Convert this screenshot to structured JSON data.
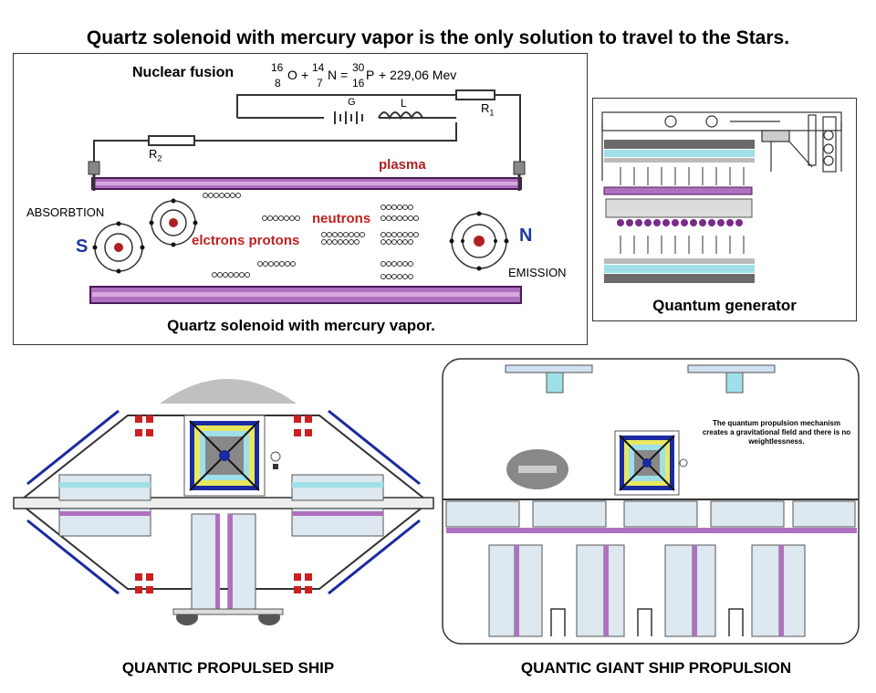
{
  "title": "Quartz solenoid with mercury vapor is the only solution to travel to the Stars.",
  "solenoid": {
    "reaction_label": "Nuclear fusion",
    "equation": {
      "o_mass": "16",
      "o_z": "8",
      "o_sym": "O",
      "plus1": "+",
      "n_mass": "14",
      "n_z": "7",
      "n_sym": "N",
      "eq": "=",
      "p_mass": "30",
      "p_z": "16",
      "p_sym": "P",
      "energy": "+ 229,06 Mev"
    },
    "g_label": "G",
    "l_label": "L",
    "r1_label": "R",
    "r1_sub": "1",
    "r2_label": "R",
    "r2_sub": "2",
    "plasma": "plasma",
    "absorbtion": "ABSORBTION",
    "emission": "EMISSION",
    "s_pole": "S",
    "n_pole": "N",
    "neutrons": "neutrons",
    "electrons_protons": "elctrons protons",
    "caption": "Quartz solenoid with mercury vapor."
  },
  "generator": {
    "caption": "Quantum generator"
  },
  "ship": {
    "caption": "QUANTIC PROPULSED SHIP"
  },
  "giant": {
    "note": "The quantum propulsion mechanism creates a gravitational field and there is no weightlessness.",
    "caption": "QUANTIC GIANT SHIP PROPULSION"
  },
  "colors": {
    "plasma_tube": "#8a3a9a",
    "coil_red": "#cc2222",
    "pole_blue": "#1a3a9a",
    "ship_blue": "#1a2aa0",
    "ship_red": "#cc2020",
    "cyan_bar": "#9fe0e8",
    "dome_gray": "#c0c0c0"
  }
}
